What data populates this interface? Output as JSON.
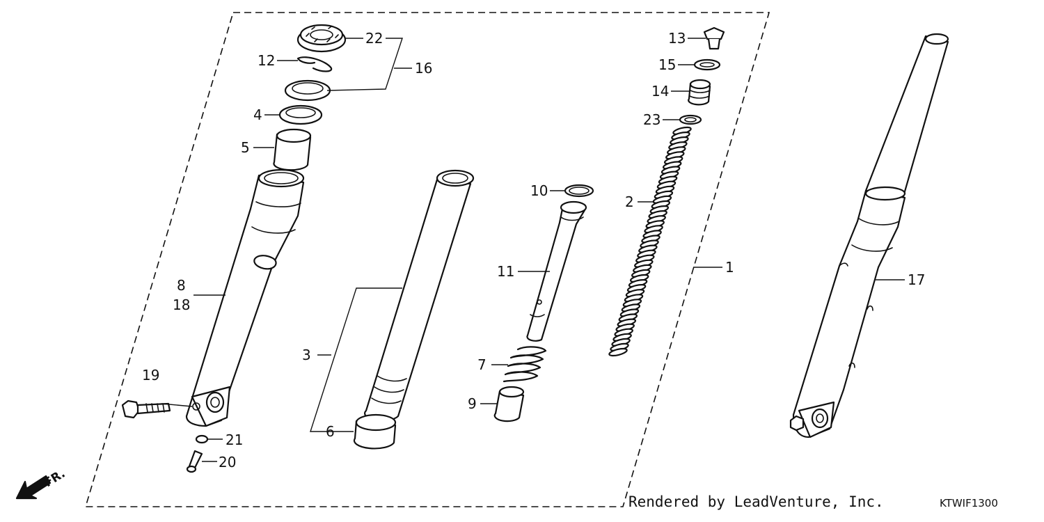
{
  "labels": {
    "l1": "1",
    "l2": "2",
    "l3": "3",
    "l4": "4",
    "l5": "5",
    "l6": "6",
    "l7": "7",
    "l8": "8",
    "l9": "9",
    "l10": "10",
    "l11": "11",
    "l12": "12",
    "l13": "13",
    "l14": "14",
    "l15": "15",
    "l16": "16",
    "l17": "17",
    "l18": "18",
    "l19": "19",
    "l20": "20",
    "l21": "21",
    "l22": "22",
    "l23": "23"
  },
  "direction_marker": "FR.",
  "credit": "Rendered by LeadVenture, Inc.",
  "diagram_code": "KTWIF1300",
  "colors": {
    "line": "#111111",
    "background": "#ffffff"
  }
}
